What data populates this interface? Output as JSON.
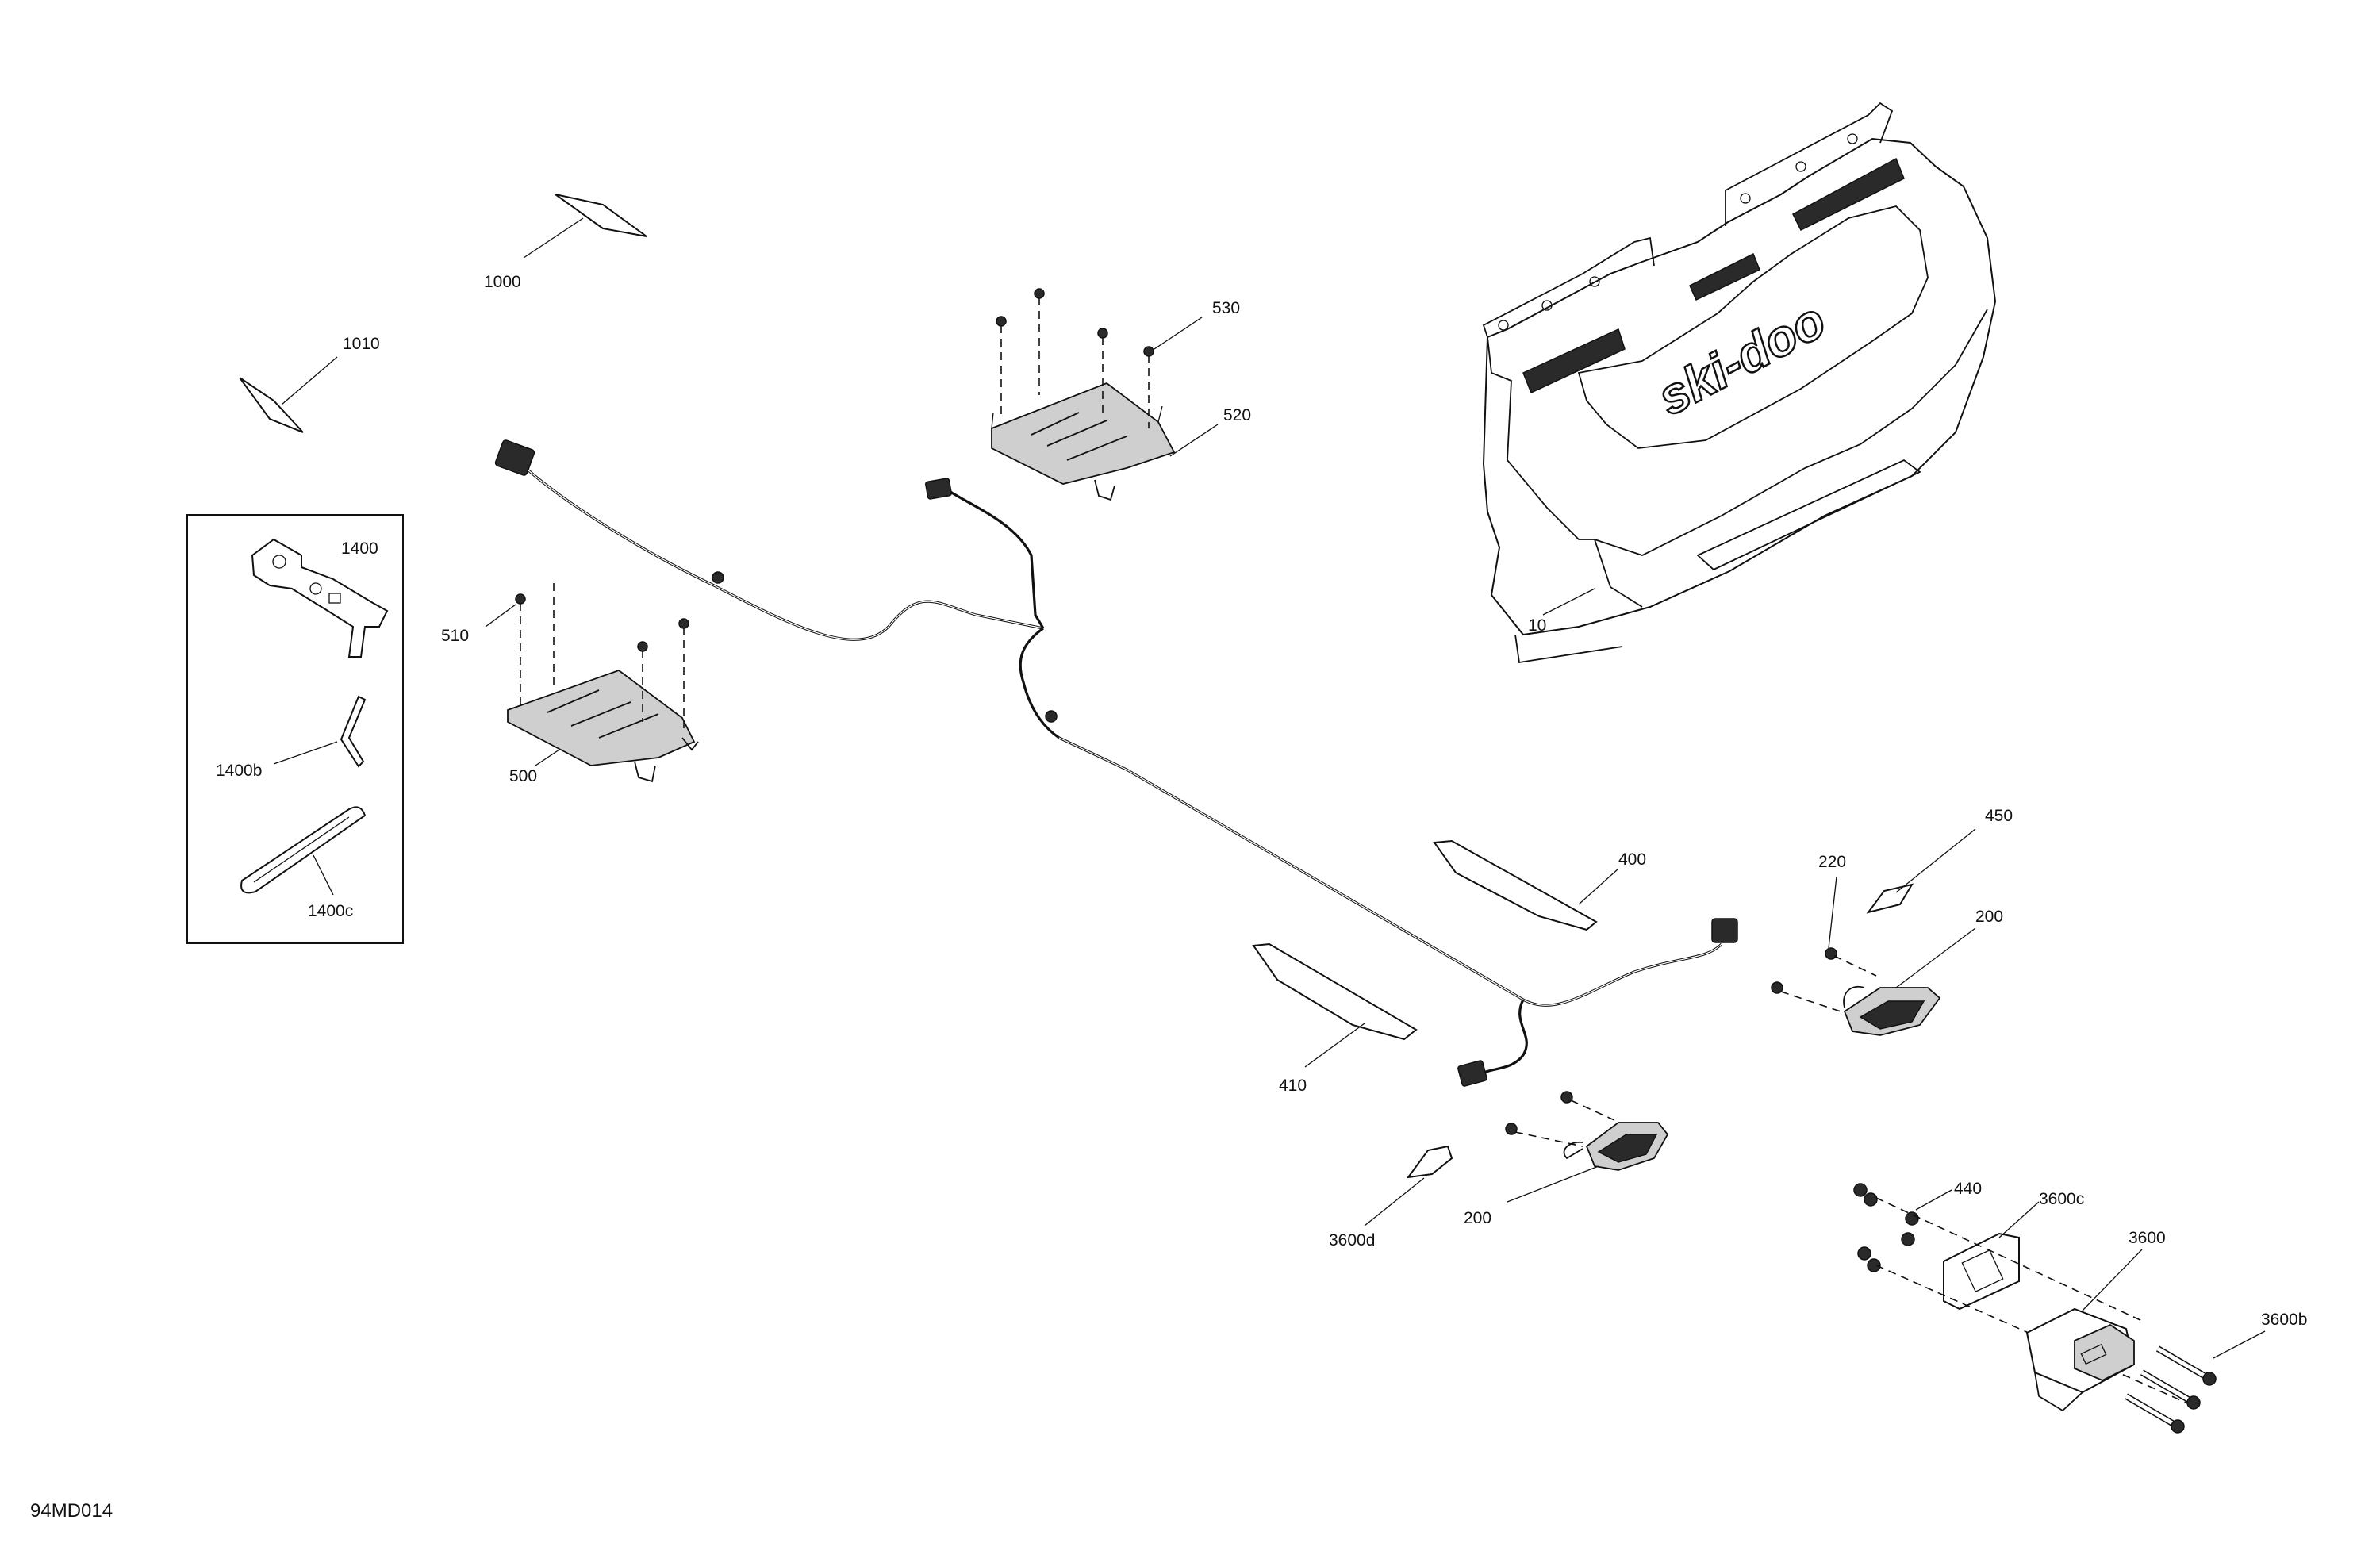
{
  "figure_code": "94MD014",
  "brand_logo_text": "ski-doo",
  "callouts": [
    {
      "id": "c-1000",
      "text": "1000"
    },
    {
      "id": "c-1010",
      "text": "1010"
    },
    {
      "id": "c-1400",
      "text": "1400"
    },
    {
      "id": "c-1400b",
      "text": "1400b"
    },
    {
      "id": "c-1400c",
      "text": "1400c"
    },
    {
      "id": "c-530",
      "text": "530"
    },
    {
      "id": "c-520",
      "text": "520"
    },
    {
      "id": "c-510",
      "text": "510"
    },
    {
      "id": "c-500",
      "text": "500"
    },
    {
      "id": "c-10",
      "text": "10"
    },
    {
      "id": "c-400",
      "text": "400"
    },
    {
      "id": "c-410",
      "text": "410"
    },
    {
      "id": "c-450",
      "text": "450"
    },
    {
      "id": "c-220",
      "text": "220"
    },
    {
      "id": "c-200a",
      "text": "200"
    },
    {
      "id": "c-200b",
      "text": "200"
    },
    {
      "id": "c-440",
      "text": "440"
    },
    {
      "id": "c-3600c",
      "text": "3600c"
    },
    {
      "id": "c-3600d",
      "text": "3600d"
    },
    {
      "id": "c-3600",
      "text": "3600"
    },
    {
      "id": "c-3600b",
      "text": "3600b"
    }
  ]
}
